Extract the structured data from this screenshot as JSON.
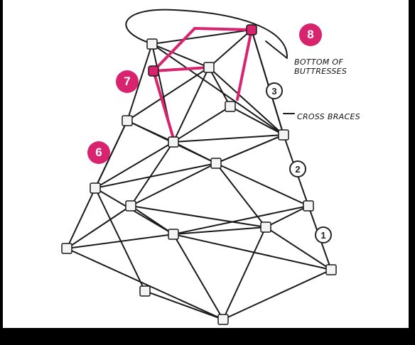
{
  "labels": {
    "bottom_of_buttresses_line1": "BOTTOM OF",
    "bottom_of_buttresses_line2": "BUTTRESSES",
    "cross_braces": "CROSS BRACES"
  },
  "callouts": {
    "pink": [
      "8",
      "7",
      "6"
    ],
    "levels": [
      "3",
      "2",
      "1"
    ]
  },
  "colors": {
    "accent": "#d8246e",
    "ink": "#1a1a1a",
    "background": "#ffffff",
    "frame": "#000000"
  }
}
